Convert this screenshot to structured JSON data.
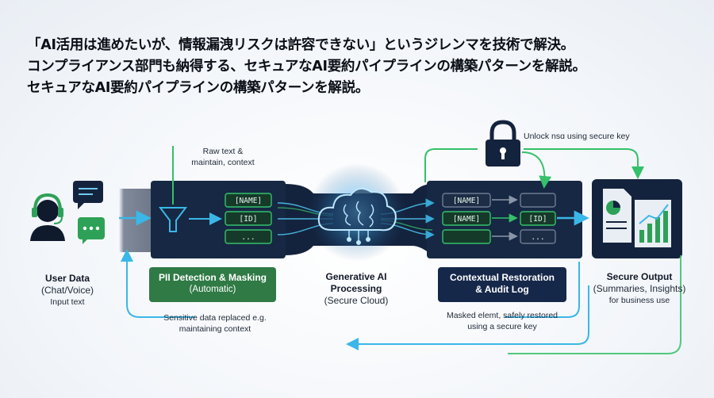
{
  "headline": {
    "line1": "「AI活用は進めたいが、情報漏洩リスクは許容できない」というジレンマを技術で解決。",
    "line2": "コンプライアンス部門も納得する、セキュアなAI要約パイプラインの構築パターンを解説。",
    "line3": "セキュアなAI要約パイプラインの構築パターンを解説。"
  },
  "notes": {
    "raw_text": "Raw text &",
    "raw_text2": "maintain, context",
    "unlock": "Unlock nsɑ using secure key"
  },
  "stages": {
    "user": {
      "title": "User Data",
      "sub": "(Chat/Voice)",
      "small": "Input text"
    },
    "pii": {
      "title": "PII Detection & Masking",
      "sub": "(Automatic)",
      "desc1": "Sensitive data replaced e.g.",
      "desc2": "maintaining context"
    },
    "ai": {
      "title1": "Generative AI",
      "title2": "Processing",
      "sub": "(Secure Cloud)"
    },
    "restore": {
      "title1": "Contextual Restoration",
      "title2": "& Audit Log",
      "desc1": "Masked elemt, safely restored",
      "desc2": "using a secure key"
    },
    "output": {
      "title": "Secure Output",
      "sub": "(Summaries, Insights)",
      "small": "for business use"
    }
  },
  "tags": {
    "mask_left": [
      "[NAME]",
      "[ID]",
      "..."
    ],
    "mask_right_a": [
      "[NAME]",
      "[NAME]",
      ""
    ],
    "mask_right_b": [
      "",
      "[ID]",
      "..."
    ]
  },
  "icons": [
    "headset-user-icon",
    "chat-bubble-icon",
    "funnel-icon",
    "brain-cloud-icon",
    "padlock-icon",
    "report-chart-icon"
  ],
  "colors": {
    "navy": "#14233d",
    "green": "#2ea158",
    "cyan": "#3ab7e8",
    "badge_green": "#2f7a45",
    "badge_navy": "#16284a"
  }
}
